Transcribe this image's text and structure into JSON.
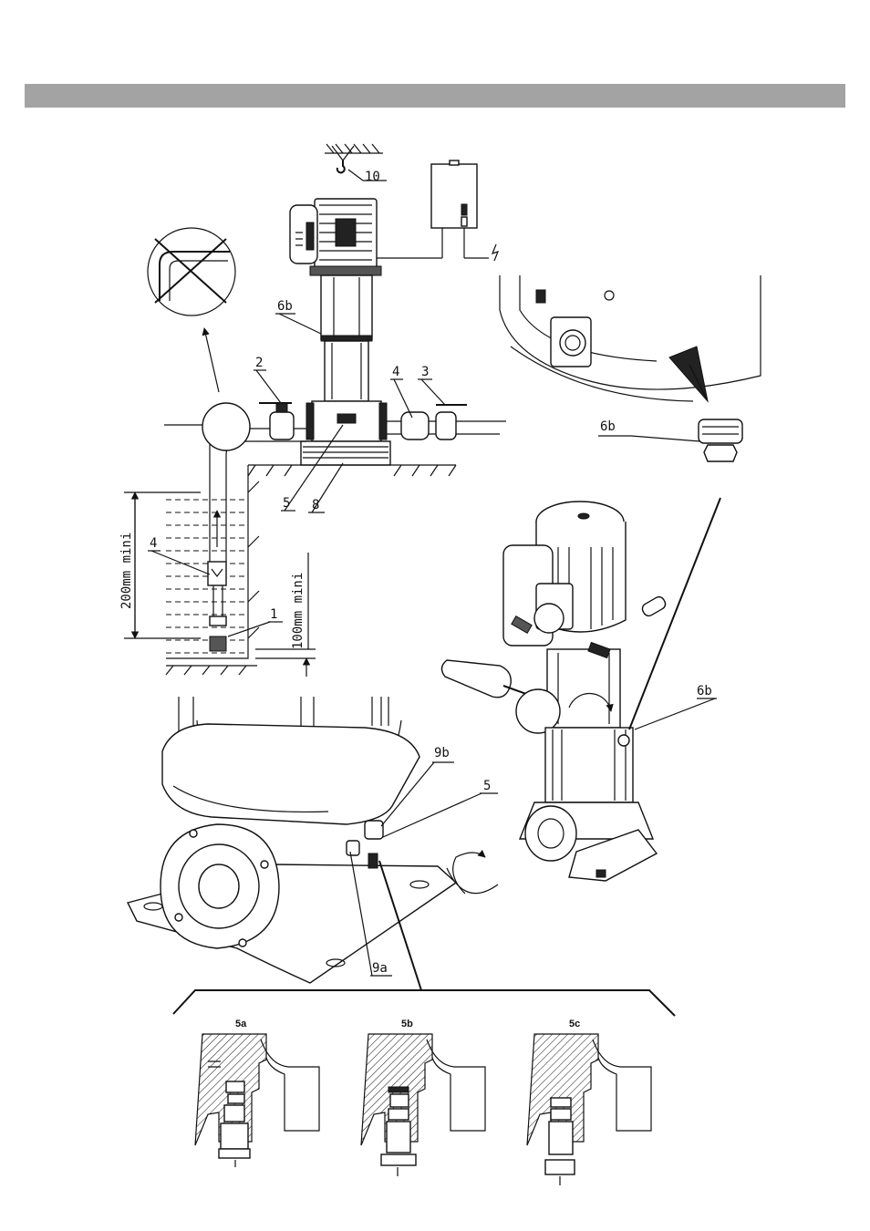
{
  "header": {
    "bar_color": "#a3a3a3"
  },
  "labels": {
    "hook": "10",
    "drain_plug_top": "6b",
    "valve_suction": "2",
    "check_valve": "4",
    "valve_discharge": "3",
    "filling_plug": "5",
    "base": "8",
    "foot_valve": "1",
    "check_valve_suction": "4",
    "plug_detail": "6b",
    "plug_side": "6b",
    "plug_9b": "9b",
    "plug_5": "5",
    "plug_9a": "9a",
    "depth_min": "200mm mini",
    "clearance_min": "100mm mini",
    "detail_5a": "5a",
    "detail_5b": "5b",
    "detail_5c": "5c"
  }
}
